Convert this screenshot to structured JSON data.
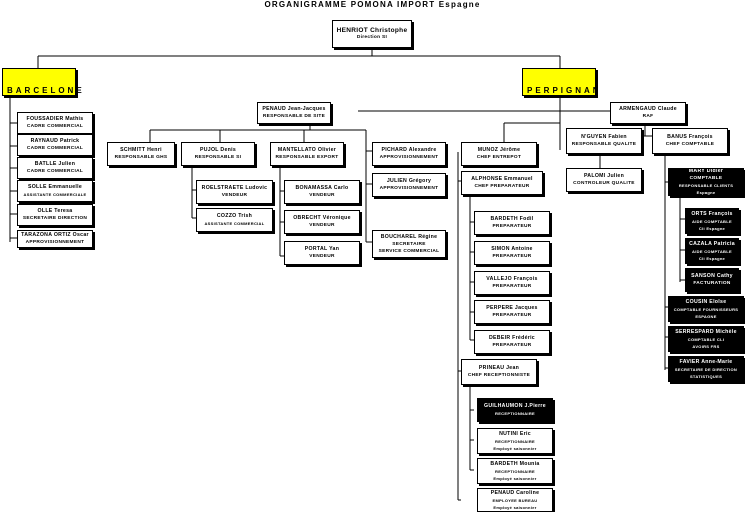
{
  "title": "ORGANIGRAMME POMONA IMPORT Espagne",
  "director": {
    "name": "HENRIOT Christophe",
    "role": "Direction SI"
  },
  "sites": {
    "barcelone": "BARCELONE",
    "perpignan": "PERPIGNAN"
  },
  "barcelone": [
    {
      "name": "FOUSSADIER Mathis",
      "role": "CADRE COMMERCIAL"
    },
    {
      "name": "RAYNAUD Patrick",
      "role": "CADRE COMMERCIAL"
    },
    {
      "name": "BATLLE Julien",
      "role": "CADRE COMMERCIAL"
    },
    {
      "name": "SOLLE Emmanuelle",
      "role": "ASSISTANTE COMMERCIALE"
    },
    {
      "name": "OLLE Teresa",
      "role": "SECRETAIRE DIRECTION"
    },
    {
      "name": "TARAZONA ORTIZ Oscar",
      "role": "APPROVISIONNEMENT"
    }
  ],
  "site_manager": {
    "name": "PENAUD Jean-Jacques",
    "role": "RESPONSABLE DE SITE"
  },
  "managers": {
    "schmitt": {
      "name": "SCHMITT Henri",
      "role": "RESPONSABLE GHS"
    },
    "pujol": {
      "name": "PUJOL Denis",
      "role": "RESPONSABLE SI"
    },
    "mantellato": {
      "name": "MANTELLATO Olivier",
      "role": "RESPONSABLE EXPORT"
    },
    "pichard": {
      "name": "PICHARD Alexandre",
      "role": "APPROVISIONNEMENT"
    },
    "julien": {
      "name": "JULIEN Grégory",
      "role": "APPROVISIONNEMENT"
    },
    "boucharel": {
      "name": "BOUCHAREL Régine",
      "role": "SECRETAIRE",
      "sub": "SERVICE COMMERCIAL"
    }
  },
  "pujol_team": [
    {
      "name": "ROELSTRAETE Ludovic",
      "role": "VENDEUR"
    },
    {
      "name": "COZZO Trish",
      "role": "ASSISTANTE COMMERCIAL"
    }
  ],
  "export_team": [
    {
      "name": "BONAMASSA Carlo",
      "role": "VENDEUR"
    },
    {
      "name": "OBRECHT Véronique",
      "role": "VENDEUR"
    },
    {
      "name": "PORTAL Yan",
      "role": "VENDEUR"
    }
  ],
  "entrepot": {
    "munoz": {
      "name": "MUNOZ Jérôme",
      "role": "CHEF ENTREPOT"
    },
    "alphonse": {
      "name": "ALPHONSE Emmanuel",
      "role": "CHEF PREPARATEUR"
    },
    "preparateurs": [
      {
        "name": "BARDETH Fodil",
        "role": "PREPARATEUR"
      },
      {
        "name": "SIMON Antoine",
        "role": "PREPARATEUR"
      },
      {
        "name": "VALLEJO François",
        "role": "PREPARATEUR"
      },
      {
        "name": "PERPERE Jacques",
        "role": "PREPARATEUR"
      },
      {
        "name": "DEBEIR Frédéric",
        "role": "PREPARATEUR"
      }
    ],
    "prineau": {
      "name": "PRINEAU Jean",
      "role": "CHEF RECEPTIONNISTE"
    },
    "reception": [
      {
        "name": "GUILHAUMON J.Pierre",
        "role": "RECEPTIONNAIRE",
        "sub": "",
        "dark": true
      },
      {
        "name": "NUTINI Eric",
        "role": "RECEPTIONNAIRE",
        "sub": "Employé saisonnier",
        "dark": false
      },
      {
        "name": "BARDETH Mounia",
        "role": "RECEPTIONNAIRE",
        "sub": "Employé saisonnier",
        "dark": false
      },
      {
        "name": "PENAUD Caroline",
        "role": "EMPLOYEE BUREAU",
        "sub": "Employé saisonnier",
        "dark": false
      }
    ]
  },
  "raf": {
    "name": "ARMENGAUD Claude",
    "role": "RAF"
  },
  "qualite": {
    "nguyen": {
      "name": "N'GUYEN Fabien",
      "role": "RESPONSABLE QUALITE"
    },
    "palomi": {
      "name": "PALOMI Julien",
      "role": "CONTROLEUR QUALITE"
    }
  },
  "compta": {
    "banus": {
      "name": "BANUS François",
      "role": "CHEF COMPTABLE"
    },
    "mary": {
      "name": "MARY Didier",
      "role": "COMPTABLE",
      "sub": "RESPONSABLE CLIENTS Espagne"
    },
    "mary_team": [
      {
        "name": "ORTS François",
        "role": "AIDE COMPTABLE",
        "sub": "Cli Espagne"
      },
      {
        "name": "CAZALA Patricia",
        "role": "AIDE COMPTABLE",
        "sub": "Cli Espagne"
      },
      {
        "name": "SANSON Cathy",
        "role": "FACTURATION",
        "sub": ""
      }
    ],
    "others": [
      {
        "name": "COUSIN Eloïse",
        "role": "COMPTABLE FOURNISSEURS",
        "sub": "ESPAGNE"
      },
      {
        "name": "SERRESPARD Michèle",
        "role": "COMPTABLE CLI",
        "sub": "AVOIRS FRS"
      },
      {
        "name": "FAVIER Anne-Marie",
        "role": "SECRETAIRE DE DIRECTION",
        "sub": "STATISTIQUES"
      }
    ]
  }
}
